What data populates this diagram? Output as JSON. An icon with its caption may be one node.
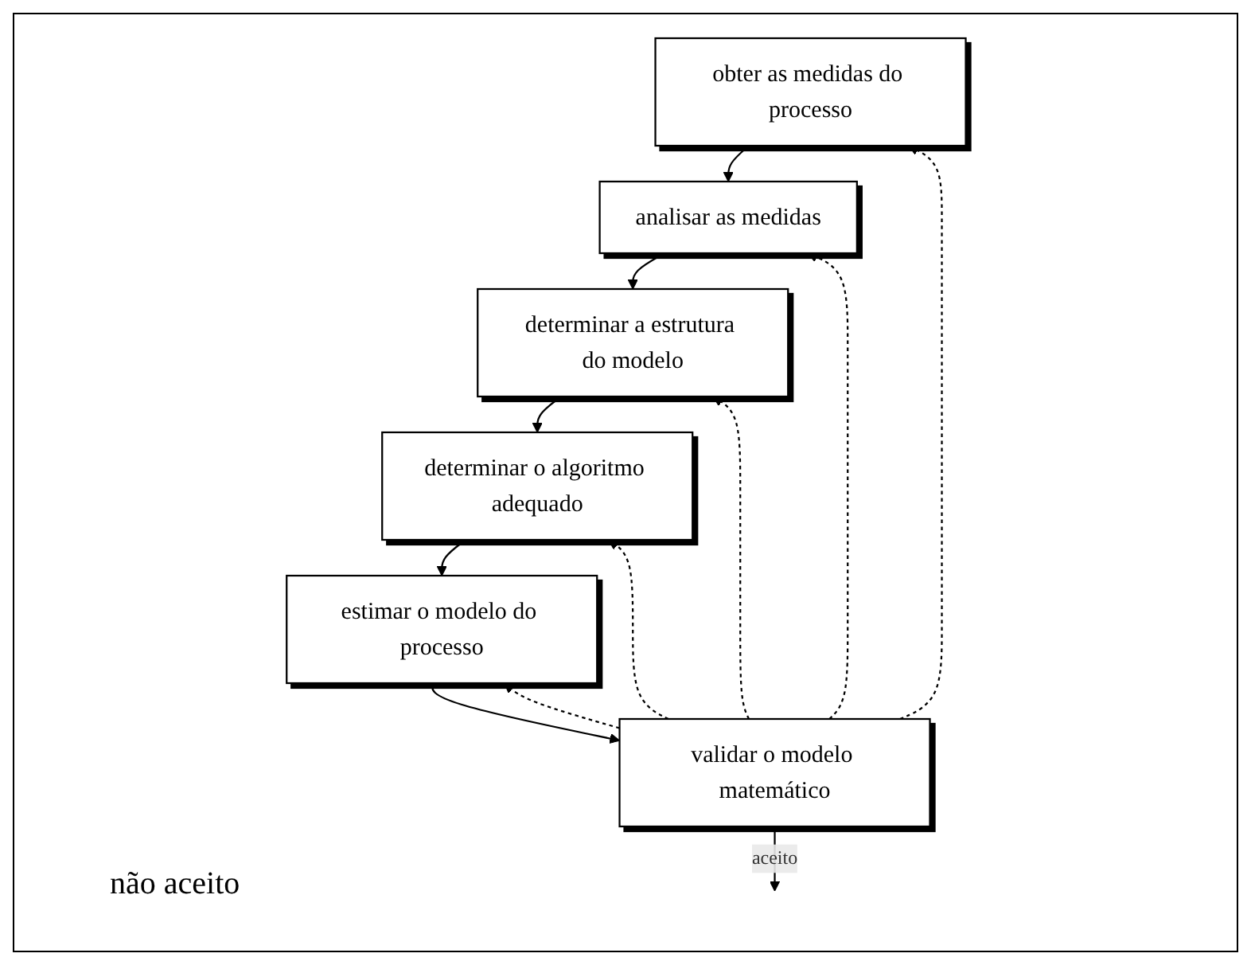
{
  "diagram": {
    "nodes": [
      {
        "text": [
          "obter as medidas do processo"
        ]
      },
      {
        "text": [
          "analisar as medidas"
        ]
      },
      {
        "text": [
          "determinar a estrutura do modelo"
        ]
      },
      {
        "text": [
          "determinar o algoritmo adequado"
        ]
      },
      {
        "text": [
          "estimar o modelo do processo"
        ]
      },
      {
        "text": [
          "validar o modelo matemático"
        ]
      }
    ],
    "edges": [
      {
        "from": 0,
        "to": 1,
        "arrow": "to"
      },
      {
        "from": 1,
        "to": 2,
        "arrow": "to"
      },
      {
        "from": 2,
        "to": 3,
        "arrow": "to"
      },
      {
        "from": 3,
        "to": 4,
        "arrow": "to"
      },
      {
        "from": 4,
        "to": 5,
        "arrow": "to"
      },
      {
        "from": 5,
        "to": 0,
        "arrow": "to",
        "style": "dashed"
      },
      {
        "from": 5,
        "to": 1,
        "arrow": "to",
        "style": "dashed"
      },
      {
        "from": 5,
        "to": 2,
        "arrow": "to",
        "style": "dashed"
      },
      {
        "from": 5,
        "to": 3,
        "arrow": "to",
        "style": "dashed"
      },
      {
        "from": 5,
        "to": 4,
        "arrow": "to",
        "style": "dashed"
      },
      {
        "from": 5,
        "to": null,
        "arrow": "to",
        "label": "aceito"
      }
    ],
    "labels": [
      "não aceito"
    ]
  }
}
